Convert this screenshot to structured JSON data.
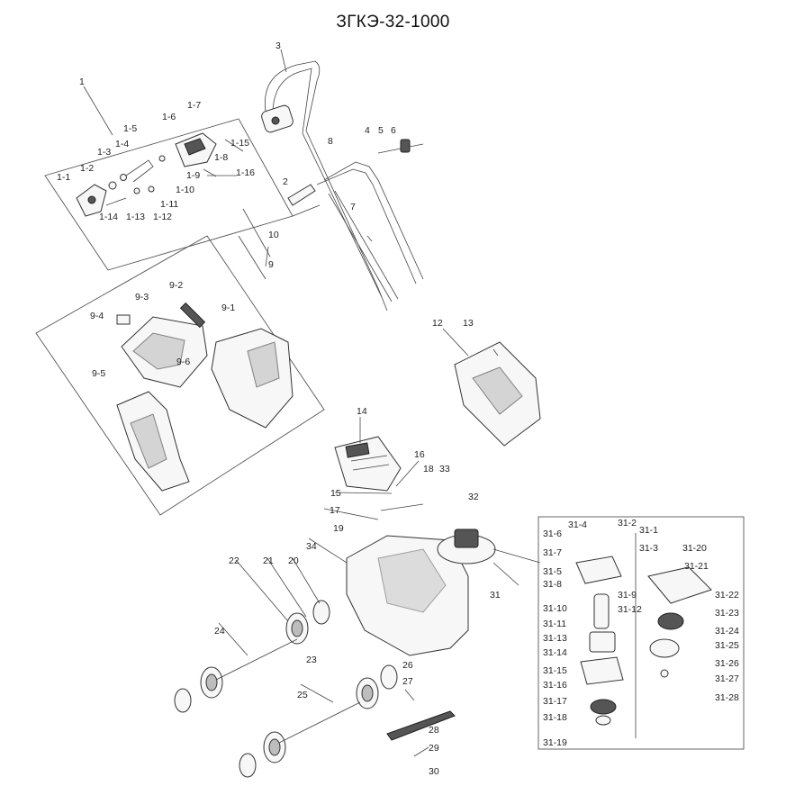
{
  "title": "ЗГКЭ-32-1000",
  "labels": {
    "l1": "1",
    "l1_1": "1-1",
    "l1_2": "1-2",
    "l1_3": "1-3",
    "l1_4": "1-4",
    "l1_5": "1-5",
    "l1_6": "1-6",
    "l1_7": "1-7",
    "l1_8": "1-8",
    "l1_9": "1-9",
    "l1_10": "1-10",
    "l1_11": "1-11",
    "l1_12": "1-12",
    "l1_13": "1-13",
    "l1_14": "1-14",
    "l1_15": "1-15",
    "l1_16": "1-16",
    "l2": "2",
    "l3": "3",
    "l4": "4",
    "l5": "5",
    "l6": "6",
    "l7": "7",
    "l8": "8",
    "l9": "9",
    "l10": "10",
    "l9_1": "9-1",
    "l9_2": "9-2",
    "l9_3": "9-3",
    "l9_4": "9-4",
    "l9_5": "9-5",
    "l9_6": "9-6",
    "l12": "12",
    "l13": "13",
    "l14": "14",
    "l15": "15",
    "l16": "16",
    "l17": "17",
    "l18": "18",
    "l19": "19",
    "l20": "20",
    "l21": "21",
    "l22": "22",
    "l23": "23",
    "l24": "24",
    "l25": "25",
    "l26": "26",
    "l27": "27",
    "l28": "28",
    "l29": "29",
    "l30": "30",
    "l31": "31",
    "l32": "32",
    "l33": "33",
    "l34": "34",
    "l31_1": "31-1",
    "l31_2": "31-2",
    "l31_3": "31-3",
    "l31_4": "31-4",
    "l31_5": "31-5",
    "l31_6": "31-6",
    "l31_7": "31-7",
    "l31_8": "31-8",
    "l31_9": "31-9",
    "l31_10": "31-10",
    "l31_11": "31-11",
    "l31_12": "31-12",
    "l31_13": "31-13",
    "l31_14": "31-14",
    "l31_15": "31-15",
    "l31_16": "31-16",
    "l31_17": "31-17",
    "l31_18": "31-18",
    "l31_19": "31-19",
    "l31_20": "31-20",
    "l31_21": "31-21",
    "l31_22": "31-22",
    "l31_23": "31-23",
    "l31_24": "31-24",
    "l31_25": "31-25",
    "l31_26": "31-26",
    "l31_27": "31-27",
    "l31_28": "31-28"
  }
}
